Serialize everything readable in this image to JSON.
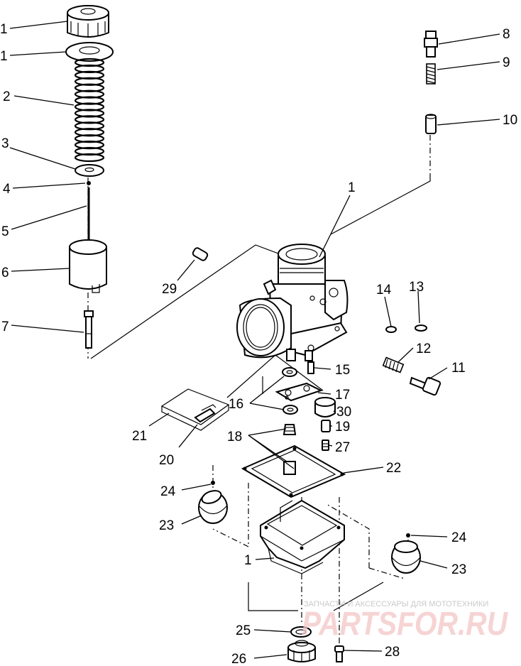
{
  "labels": {
    "l1a": "1",
    "l1b": "1",
    "l2": "2",
    "l3": "3",
    "l4": "4",
    "l5": "5",
    "l6": "6",
    "l7": "7",
    "l8": "8",
    "l9": "9",
    "l10": "10",
    "l1c": "1",
    "l29": "29",
    "l14": "14",
    "l13": "13",
    "l12": "12",
    "l11": "11",
    "l15": "15",
    "l16": "16",
    "l17": "17",
    "l30": "30",
    "l21": "21",
    "l18": "18",
    "l19": "19",
    "l27": "27",
    "l20": "20",
    "l22": "22",
    "l24a": "24",
    "l23a": "23",
    "l24b": "24",
    "l1d": "1",
    "l23b": "23",
    "l25": "25",
    "l26": "26",
    "l28": "28"
  },
  "watermark": {
    "caption": "ЗАПЧАСТИ И АКСЕССУАРЫ ДЛЯ МОТОТЕХНИКИ",
    "logo": "PARTSFOR.RU",
    "color": "#e8a0a0"
  }
}
